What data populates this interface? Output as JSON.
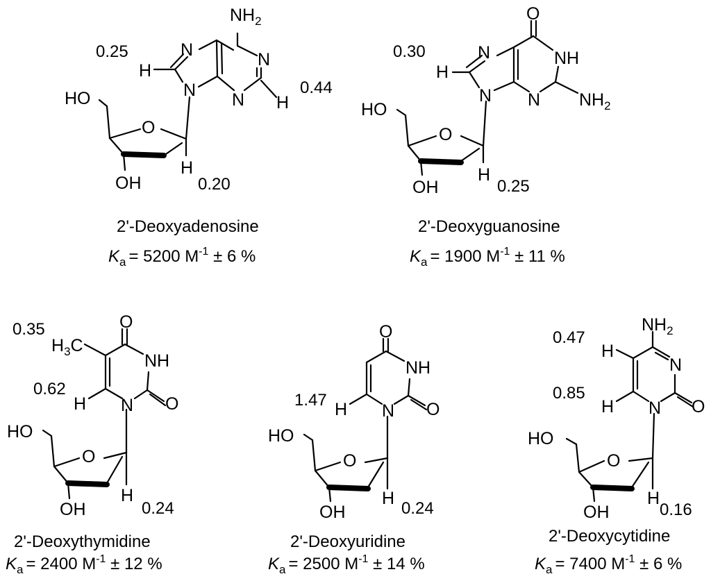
{
  "molecules": [
    {
      "name": "2'-Deoxyadenosine",
      "ka": {
        "symbol": "K",
        "sub": "a",
        "value": "= 5200 M",
        "unit_sup": "-1",
        "error": " ± 6 %"
      },
      "values": [
        "0.25",
        "0.44",
        "0.20"
      ],
      "atoms": {
        "nh2": "NH",
        "nh2_sub": "2",
        "n7": "N",
        "n1": "N",
        "n3": "N",
        "n9": "N",
        "h8": "H",
        "h2": "H",
        "ho": "HO",
        "o": "O",
        "oh": "OH",
        "h1p": "H"
      }
    },
    {
      "name": "2'-Deoxyguanosine",
      "ka": {
        "symbol": "K",
        "sub": "a",
        "value": "= 1900 M",
        "unit_sup": "-1",
        "error": " ± 11 %"
      },
      "values": [
        "0.30",
        "0.25"
      ],
      "atoms": {
        "o6": "O",
        "nh": "NH",
        "n7": "N",
        "n3": "N",
        "n9": "N",
        "nh2": "NH",
        "nh2_sub": "2",
        "h8": "H",
        "ho": "HO",
        "o": "O",
        "oh": "OH",
        "h1p": "H"
      }
    },
    {
      "name": "2'-Deoxythymidine",
      "ka": {
        "symbol": "K",
        "sub": "a",
        "value": "= 2400 M",
        "unit_sup": "-1",
        "error": " ± 12 %"
      },
      "values": [
        "0.35",
        "0.62",
        "0.24"
      ],
      "atoms": {
        "o4": "O",
        "h3c": "H",
        "h3c_sub": "3",
        "h3c_c": "C",
        "nh": "NH",
        "o2": "O",
        "h6": "H",
        "n1": "N",
        "ho": "HO",
        "o": "O",
        "oh": "OH",
        "h1p": "H"
      }
    },
    {
      "name": "2'-Deoxyuridine",
      "ka": {
        "symbol": "K",
        "sub": "a",
        "value": "= 2500 M",
        "unit_sup": "-1",
        "error": " ± 14 %"
      },
      "values": [
        "1.47",
        "0.24"
      ],
      "atoms": {
        "o4": "O",
        "nh": "NH",
        "o2": "O",
        "h6": "H",
        "n1": "N",
        "ho": "HO",
        "o": "O",
        "oh": "OH",
        "h1p": "H"
      }
    },
    {
      "name": "2'-Deoxycytidine",
      "ka": {
        "symbol": "K",
        "sub": "a",
        "value": "= 7400 M",
        "unit_sup": "-1",
        "error": " ± 6 %"
      },
      "values": [
        "0.47",
        "0.85",
        "0.16"
      ],
      "atoms": {
        "nh2": "NH",
        "nh2_sub": "2",
        "h5": "H",
        "n3": "N",
        "h6": "H",
        "n1": "N",
        "o2": "O",
        "ho": "HO",
        "o": "O",
        "oh": "OH",
        "h1p": "H"
      }
    }
  ]
}
